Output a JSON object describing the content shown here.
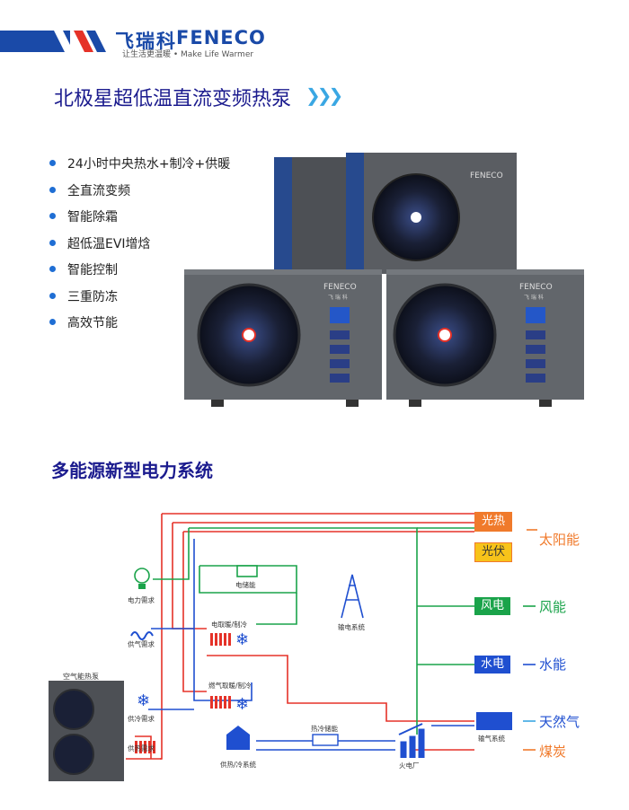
{
  "brand": {
    "name_cn": "飞瑞科",
    "name_en": "FENECO",
    "slogan": "让生活更温暖 • Make Life Warmer"
  },
  "product": {
    "title": "北极星超低温直流变频热泵",
    "features": [
      "24小时中央热水+制冷+供暖",
      "全直流变频",
      "智能除霜",
      "超低温EVI增焓",
      "智能控制",
      "三重防冻",
      "高效节能"
    ],
    "unit_brand": "FENECO",
    "unit_brand_cn": "飞 瑞 科"
  },
  "diagram": {
    "title": "多能源新型电力系统",
    "nodes": {
      "air_hp": "空气能热泵",
      "power_demand": "电力需求",
      "gas_demand": "供气需求",
      "heat_demand_cold": "供冷需求",
      "heat_demand": "供热需求",
      "storage": "电储能",
      "elec_heat": "电取暖/制冷",
      "gas_heat": "燃气取暖/制冷",
      "heat_cold_sys": "供热/冷系统",
      "thermal_storage": "热冷储能",
      "power_trans": "输电系统",
      "gas_trans": "输气系统",
      "thermal_plant": "火电厂",
      "solar_heat": "光热",
      "solar_pv": "光伏",
      "wind_power": "风电",
      "hydro": "水电"
    },
    "sources": {
      "solar": "太阳能",
      "wind": "风能",
      "water": "水能",
      "gas": "天然气",
      "coal": "煤炭"
    },
    "colors": {
      "red": "#e53228",
      "green": "#1aa34a",
      "blue": "#1f4fd0",
      "orange": "#f07a2b",
      "yellow": "#f7c31a"
    }
  }
}
